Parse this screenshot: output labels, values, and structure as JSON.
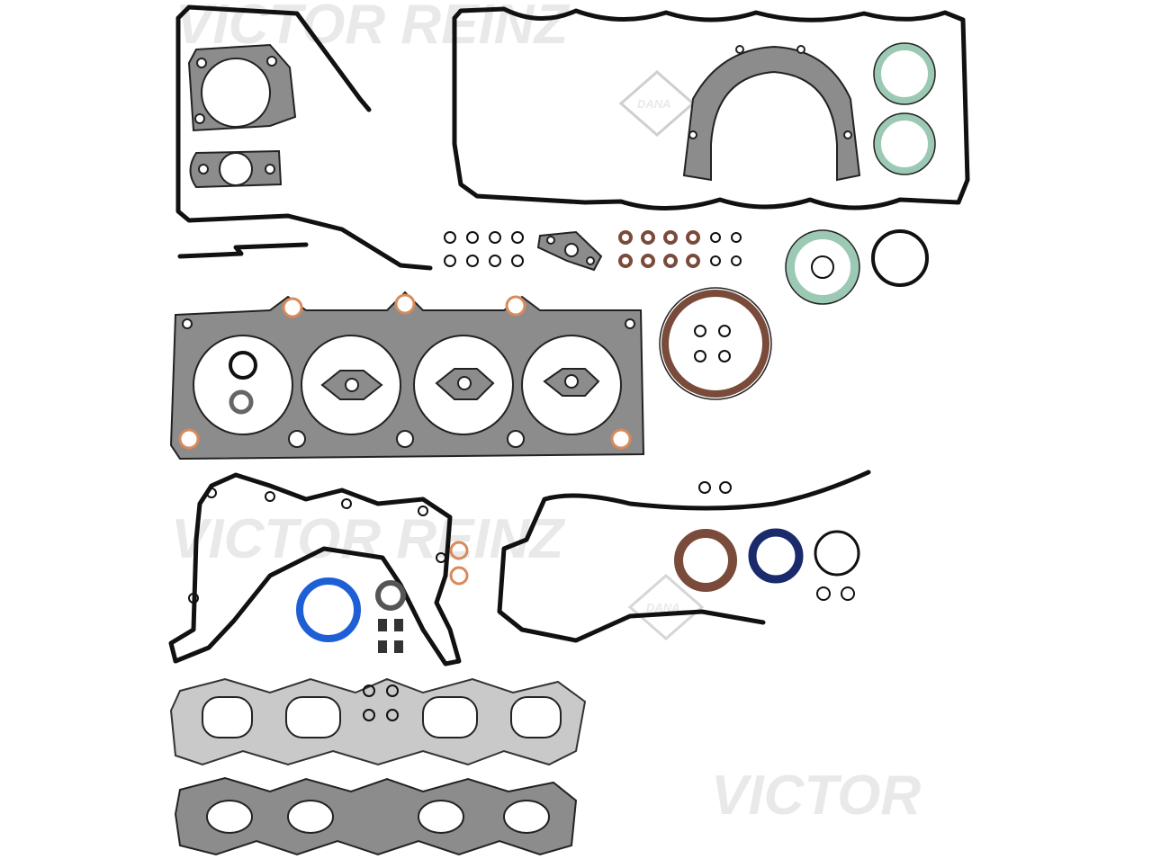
{
  "watermark": {
    "brand_text": "VICTOR REINZ",
    "brand_text_short": "VICTOR",
    "logo_text": "DANA"
  },
  "colors": {
    "gasket_black": "#111111",
    "gasket_grey": "#8c8c8c",
    "gasket_light_grey": "#c9c9c9",
    "seal_green": "#9cc9b4",
    "seal_brown": "#7a4a3a",
    "seal_blue": "#1f5fd6",
    "seal_navy": "#1a2a6a",
    "ring_copper": "#d98a5a"
  }
}
